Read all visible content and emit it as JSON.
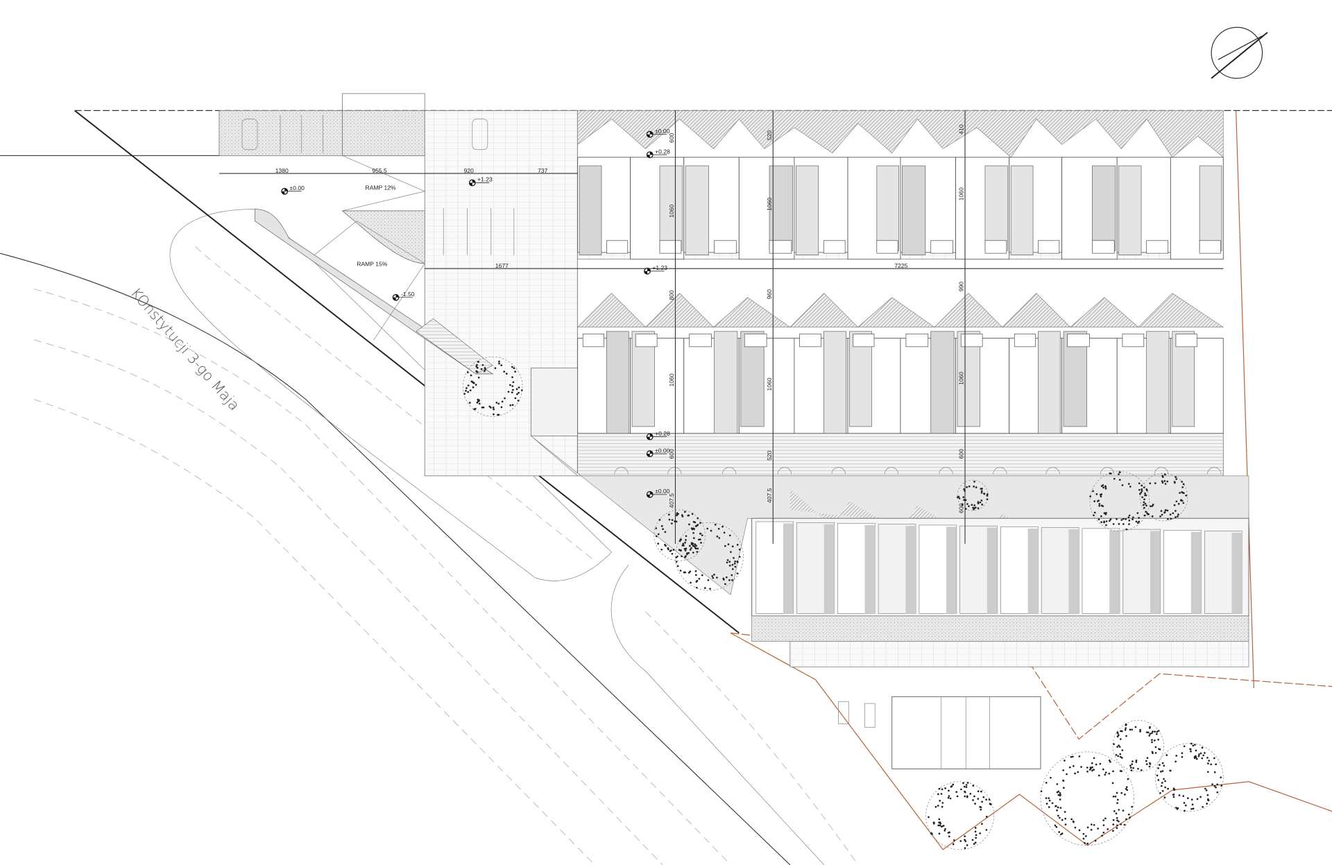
{
  "street_name": "KOnstytucji 3-go Maja",
  "ramps": [
    "RAMP 12%",
    "RAMP 15%"
  ],
  "horizontal_dimensions": [
    "1380",
    "955.5",
    "920",
    "737",
    "1677",
    "7225"
  ],
  "vertical_dimensions": {
    "column_1": [
      "600",
      "1060",
      "800",
      "1060",
      "600",
      "407.5"
    ],
    "column_2": [
      "520",
      "1060",
      "960",
      "1060",
      "520",
      "407.5"
    ],
    "column_3": [
      "410",
      "1060",
      "990",
      "1060",
      "600",
      "600"
    ]
  },
  "levels": {
    "parking_west": "±0.00",
    "parking_east": "+1.23",
    "ramp_bottom": "-1.50",
    "north_row_entry": "±0.00",
    "north_row_terrace": "+0.28",
    "central_street": "+1.23",
    "south_row_terrace": "+0.28",
    "south_row_entry": "±0.00",
    "south_path": "±0.00"
  },
  "colors": {
    "boundary": "#b8643a",
    "line": "#333333",
    "fill": "#e4e4e4"
  }
}
